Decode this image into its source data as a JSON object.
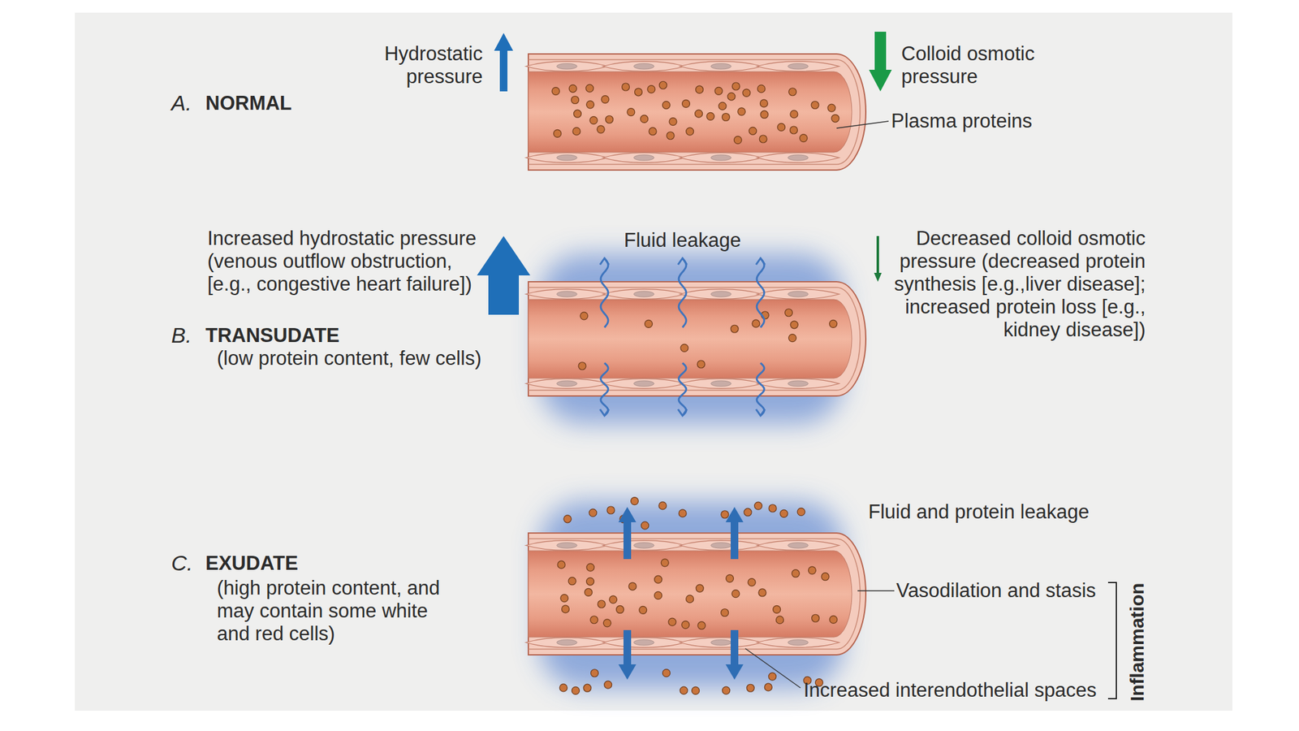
{
  "diagram": {
    "labels": [
      "Hydrostatic pressure",
      "Colloid osmotic pressure",
      "A.",
      "NORMAL",
      "Plasma proteins",
      "Increased hydrostatic pressure (venous outflow obstruction, [e.g., congestive heart failure])",
      "Fluid leakage",
      "Decreased colloid osmotic pressure (decreased protein synthesis [e.g.,liver disease]; increased protein loss [e.g., kidney disease])",
      "B.",
      "TRANSUDATE",
      "(low protein content, few cells)",
      "C.",
      "EXUDATE",
      "Fluid and protein leakage",
      "(high protein content, and may contain some white and red cells)",
      "Vasodilation and stasis",
      "Increased interendothelial spaces",
      "Inflammation"
    ]
  }
}
